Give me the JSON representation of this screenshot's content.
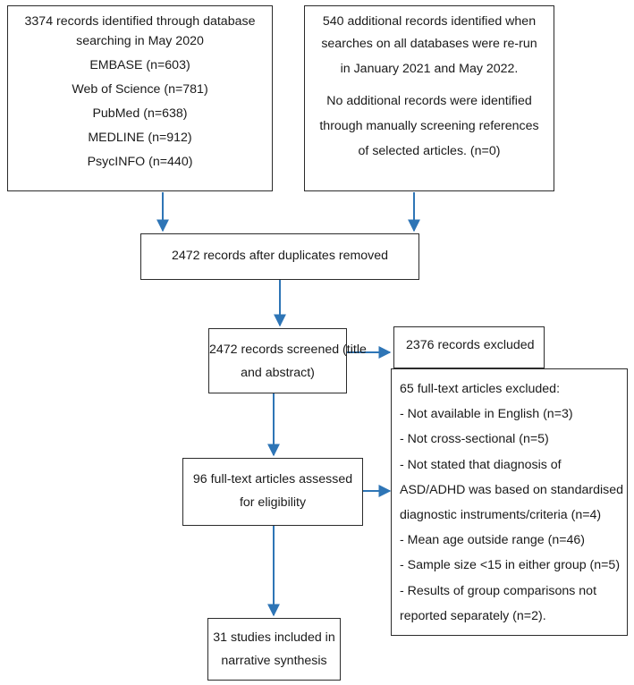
{
  "boxes": {
    "identified": {
      "lines": [
        "3374 records identified through database",
        "searching in May 2020",
        "EMBASE (n=603)",
        "Web of Science (n=781)",
        "PubMed (n=638)",
        "MEDLINE (n=912)",
        "PsycINFO (n=440)"
      ]
    },
    "additional": {
      "lines_a": [
        "540 additional records identified when",
        "searches on all databases were re-run",
        "in January 2021 and May 2022."
      ],
      "lines_b": [
        "No additional records were identified",
        "through manually screening references",
        "of selected articles. (n=0)"
      ]
    },
    "duplicates": {
      "lines": [
        "2472 records after duplicates removed"
      ]
    },
    "screened": {
      "lines": [
        "2472 records screened (title",
        "and abstract)"
      ]
    },
    "excluded_screen": {
      "lines": [
        "2376 records excluded"
      ]
    },
    "fulltext": {
      "lines": [
        "96 full-text articles assessed",
        "for eligibility"
      ]
    },
    "excluded_fulltext": {
      "lines": [
        "65 full-text articles excluded:",
        "- Not available in English (n=3)",
        "- Not cross-sectional (n=5)",
        "- Not stated that diagnosis of",
        "ASD/ADHD was based on standardised",
        "diagnostic instruments/criteria (n=4)",
        "- Mean age outside range (n=46)",
        "- Sample size <15 in either group (n=5)",
        "- Results of group comparisons not",
        "reported separately (n=2)."
      ]
    },
    "included": {
      "lines": [
        "31 studies included in",
        "narrative synthesis"
      ]
    }
  },
  "colors": {
    "arrow": "#2e75b6",
    "border": "#2b2b2b"
  }
}
